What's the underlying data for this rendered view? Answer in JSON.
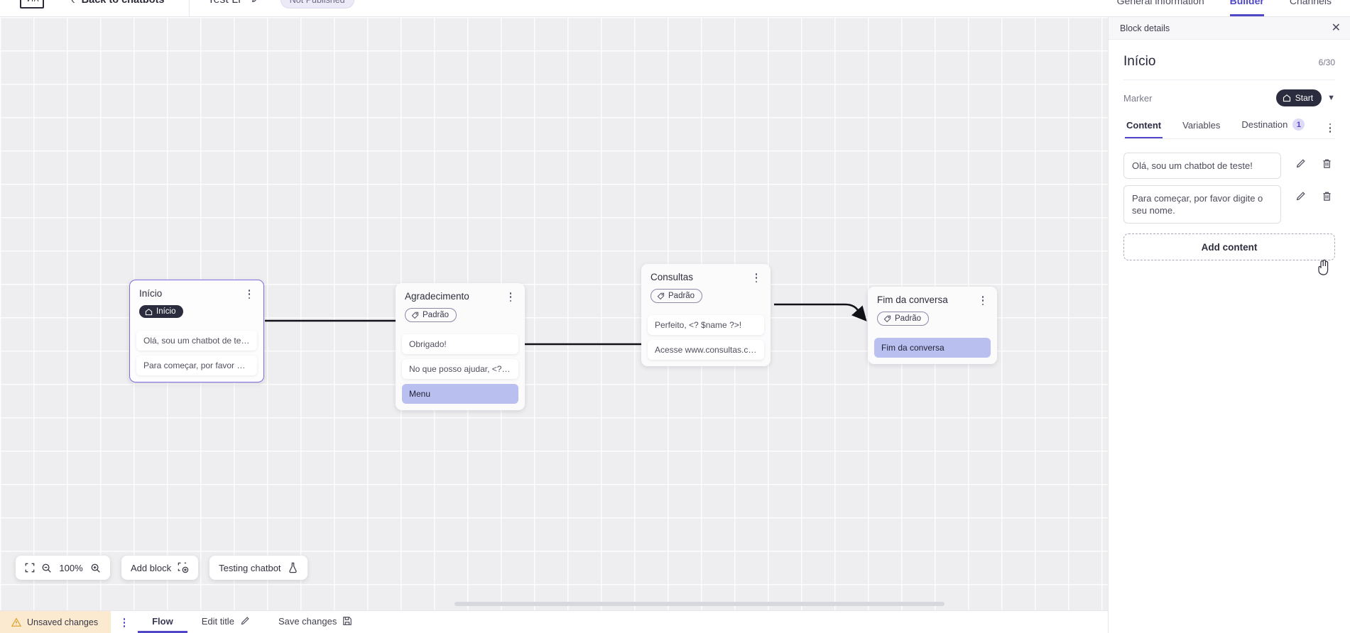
{
  "topbar": {
    "logo_alt": "app-logo",
    "back_label": "Back to chatbots",
    "bot_title": "Test Li",
    "publish_status": "Not Published",
    "tabs": [
      {
        "label": "General information",
        "active": false
      },
      {
        "label": "Builder",
        "active": true
      },
      {
        "label": "Channels",
        "active": false
      }
    ]
  },
  "canvas": {
    "zoom_level": "100%",
    "add_block_label": "Add block",
    "testing_label": "Testing chatbot",
    "blocks": [
      {
        "title": "Início",
        "tag": "Início",
        "tag_type": "start",
        "selected": true,
        "messages": [
          {
            "text": "Olá, sou um chatbot de teste!",
            "accent": false
          },
          {
            "text": "Para começar, por favor digite o ...",
            "accent": false
          }
        ]
      },
      {
        "title": "Agradecimento",
        "tag": "Padrão",
        "tag_type": "default",
        "selected": false,
        "messages": [
          {
            "text": "Obrigado!",
            "accent": false
          },
          {
            "text": "No que posso ajudar, <? $name ...",
            "accent": false
          },
          {
            "text": "Menu",
            "accent": true
          }
        ]
      },
      {
        "title": "Consultas",
        "tag": "Padrão",
        "tag_type": "default",
        "selected": false,
        "messages": [
          {
            "text": "Perfeito, <? $name ?>!",
            "accent": false
          },
          {
            "text": "Acesse www.consultas.com par...",
            "accent": false
          }
        ]
      },
      {
        "title": "Fim da conversa",
        "tag": "Padrão",
        "tag_type": "default",
        "selected": false,
        "messages": [
          {
            "text": "Fim da conversa",
            "accent": true
          }
        ]
      }
    ]
  },
  "statusbar": {
    "unsaved_label": "Unsaved changes",
    "flow_label": "Flow",
    "edit_title_label": "Edit title",
    "save_label": "Save changes"
  },
  "panel": {
    "header_label": "Block details",
    "block_name": "Início",
    "counter": "6/30",
    "marker_label": "Marker",
    "marker_value": "Start",
    "tabs": [
      {
        "label": "Content",
        "active": true,
        "badge": ""
      },
      {
        "label": "Variables",
        "active": false,
        "badge": ""
      },
      {
        "label": "Destination",
        "active": false,
        "badge": "1"
      }
    ],
    "contents": [
      {
        "text": "Olá, sou um chatbot de teste!"
      },
      {
        "text": "Para começar, por favor digite o seu nome."
      }
    ],
    "add_content_label": "Add content"
  },
  "colors": {
    "accent": "#4f46c8",
    "dark_pill": "#2c2c3f",
    "message_accent": "#b9c0f0",
    "warning_bg": "#fbe9d0",
    "canvas_bg": "#eeeef0"
  }
}
